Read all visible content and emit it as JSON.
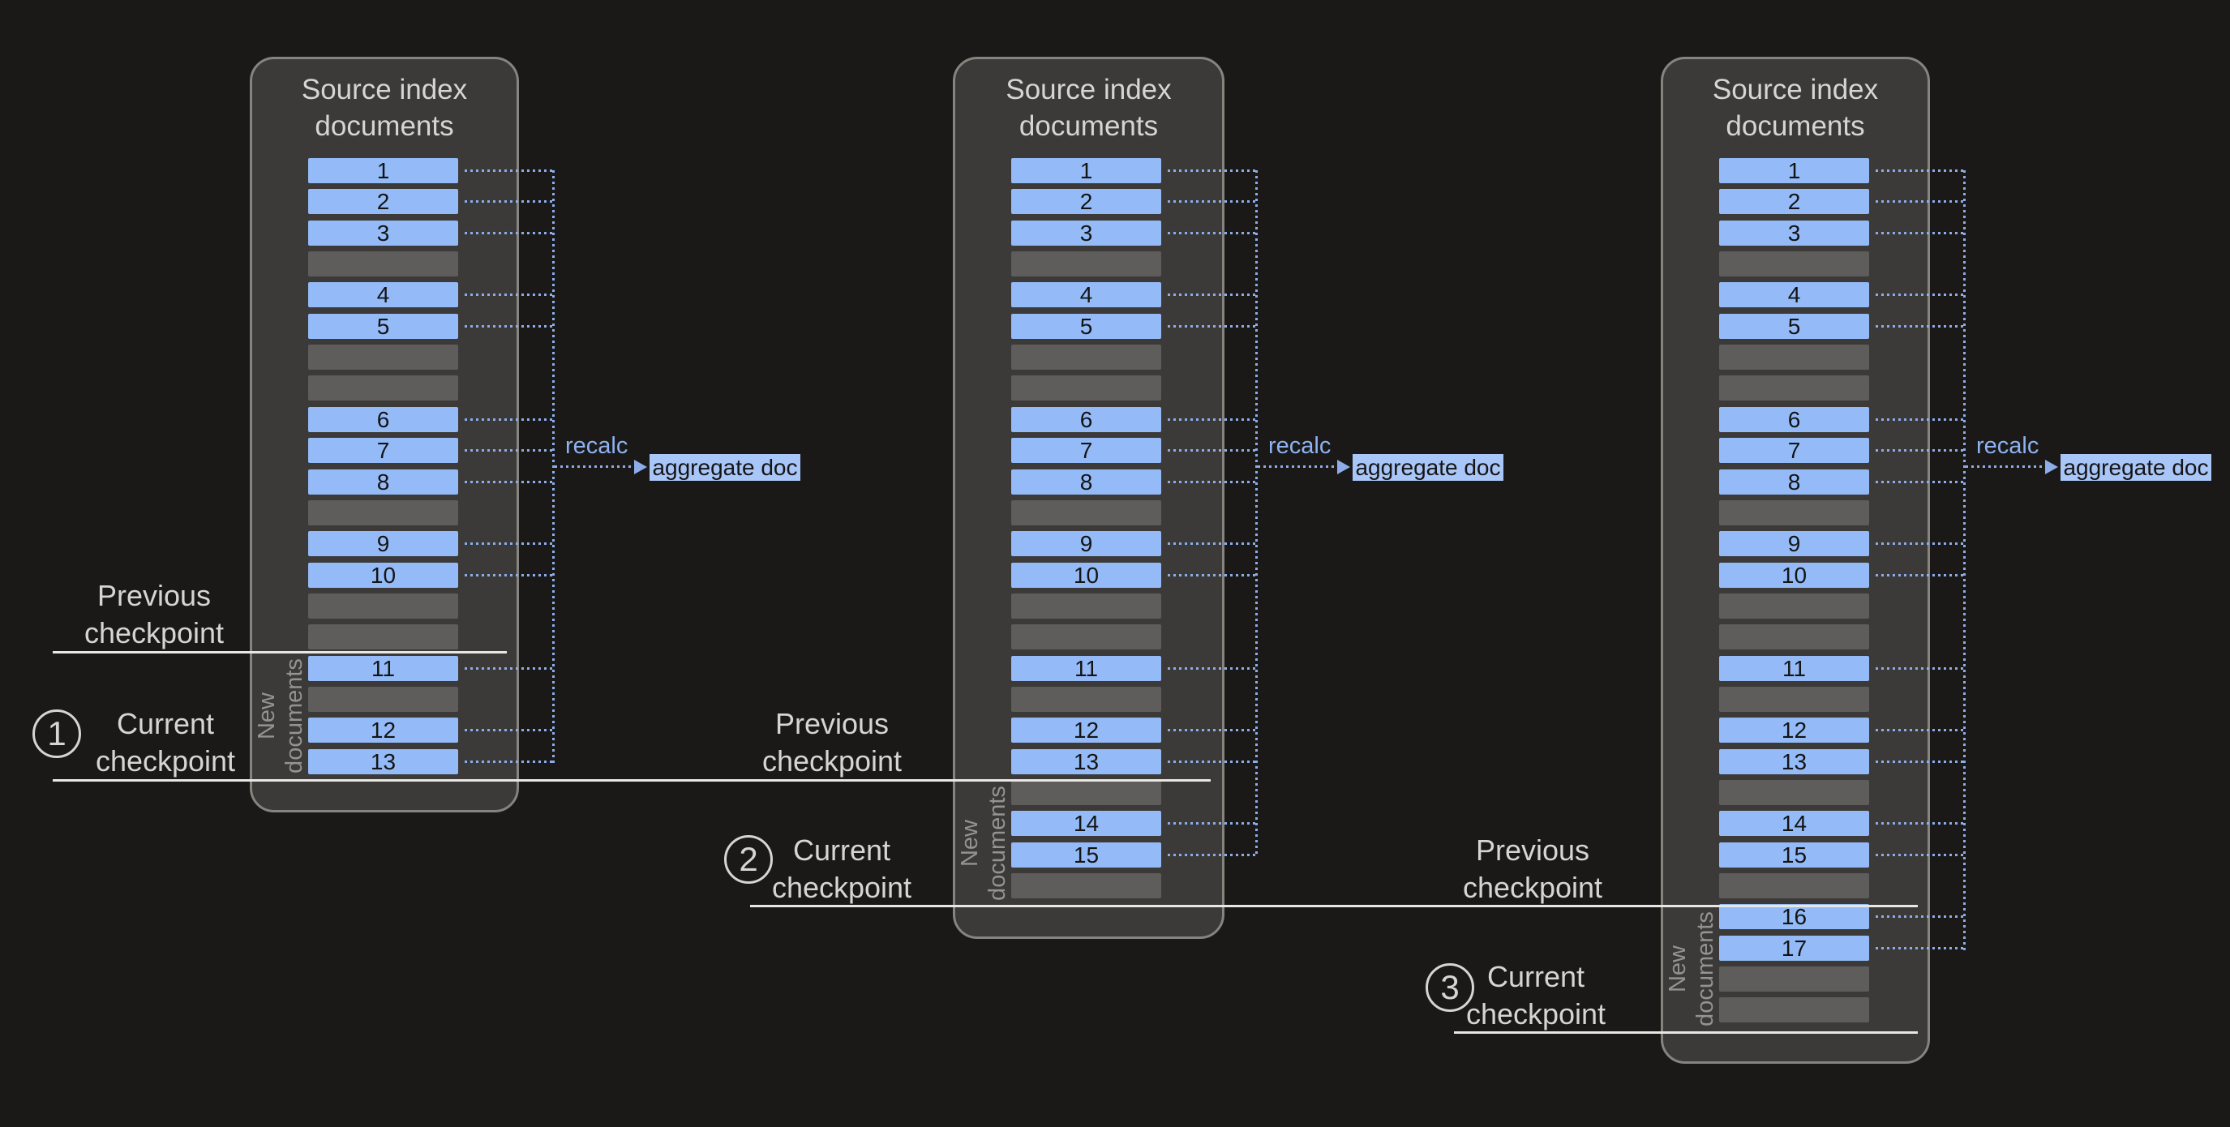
{
  "colors": {
    "background": "#1a1917",
    "panel_fill": "#3b3a38",
    "panel_border": "#85847e",
    "doc_bar": "#94bbf7",
    "empty_bar": "#5e5d5b",
    "doc_text": "#141414",
    "connector": "#8cade9",
    "recalc_text": "#8eb2f2",
    "aggregate_fill": "#a9c6f8",
    "checkpoint_line": "#e9e7e3",
    "label_text": "#d5d5d3",
    "new_documents_text": "#939391"
  },
  "labels": {
    "panel_title": [
      "Source index",
      "documents"
    ],
    "previous_checkpoint": [
      "Previous",
      "checkpoint"
    ],
    "current_checkpoint": [
      "Current",
      "checkpoint"
    ],
    "new_documents": [
      "New",
      "documents"
    ],
    "recalc": "recalc",
    "aggregate_doc": "aggregate doc"
  },
  "panels": [
    {
      "step": "1",
      "documents": [
        "1",
        "2",
        "3",
        null,
        "4",
        "5",
        null,
        null,
        "6",
        "7",
        "8",
        null,
        "9",
        "10",
        null,
        null,
        "11",
        null,
        "12",
        "13"
      ],
      "new_docs_from": 16
    },
    {
      "step": "2",
      "documents": [
        "1",
        "2",
        "3",
        null,
        "4",
        "5",
        null,
        null,
        "6",
        "7",
        "8",
        null,
        "9",
        "10",
        null,
        null,
        "11",
        null,
        "12",
        "13",
        null,
        "14",
        "15",
        null
      ],
      "new_docs_from": 20
    },
    {
      "step": "3",
      "documents": [
        "1",
        "2",
        "3",
        null,
        "4",
        "5",
        null,
        null,
        "6",
        "7",
        "8",
        null,
        "9",
        "10",
        null,
        null,
        "11",
        null,
        "12",
        "13",
        null,
        "14",
        "15",
        null,
        "16",
        "17",
        null,
        null
      ],
      "new_docs_from": 24
    }
  ]
}
